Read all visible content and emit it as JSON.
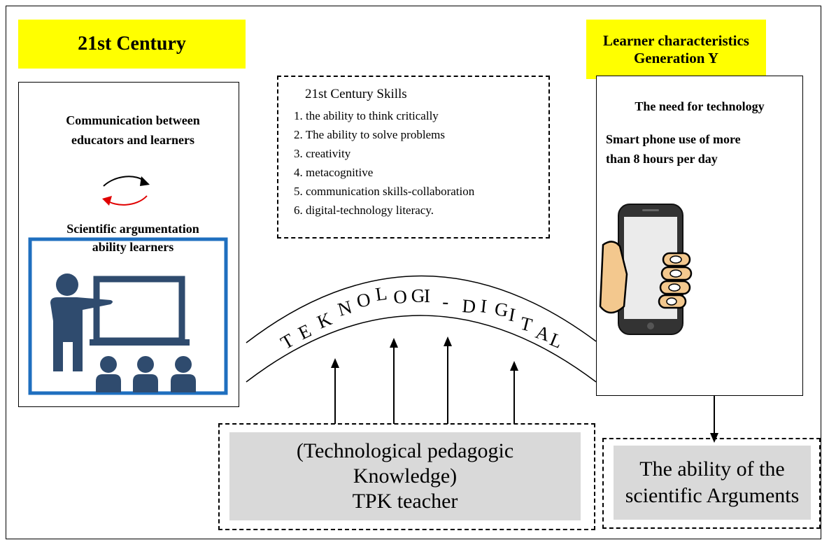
{
  "left_header": "21st Century",
  "right_header": [
    "Learner characteristics",
    "Generation Y"
  ],
  "left_panel": {
    "communication": [
      "Communication between",
      "educators and learners"
    ],
    "argumentation": [
      "Scientific argumentation",
      "ability learners"
    ],
    "arrow_colors": {
      "top": "#000000",
      "bottom": "#e00000"
    },
    "icon": "teacher-classroom-icon",
    "accent": "#1f6fbf",
    "figure_color": "#2f4b6e"
  },
  "skills": {
    "title": "21st Century Skills",
    "items": [
      "1. the ability to think critically",
      "2. The ability to solve problems",
      "3. creativity",
      "4. metacognitive",
      "5. communication skills-collaboration",
      "6. digital-technology literacy."
    ]
  },
  "right_panel": {
    "need": "The need for technology",
    "usage": [
      "Smart phone use of more",
      "than 8 hours per day"
    ],
    "icon": "smartphone-hand-icon"
  },
  "arc_letters": [
    "T",
    "E",
    "K",
    "N",
    "O",
    "L",
    "O",
    "G",
    "I",
    "-",
    "D",
    "I",
    "G",
    "I",
    "T",
    "A",
    "L"
  ],
  "tpk_box": [
    "(Technological pedagogic",
    "Knowledge)",
    "TPK teacher"
  ],
  "result_box": [
    "The ability of the",
    "scientific Arguments"
  ],
  "colors": {
    "header_yellow": "#ffff00",
    "box_grey": "#d9d9d9"
  }
}
